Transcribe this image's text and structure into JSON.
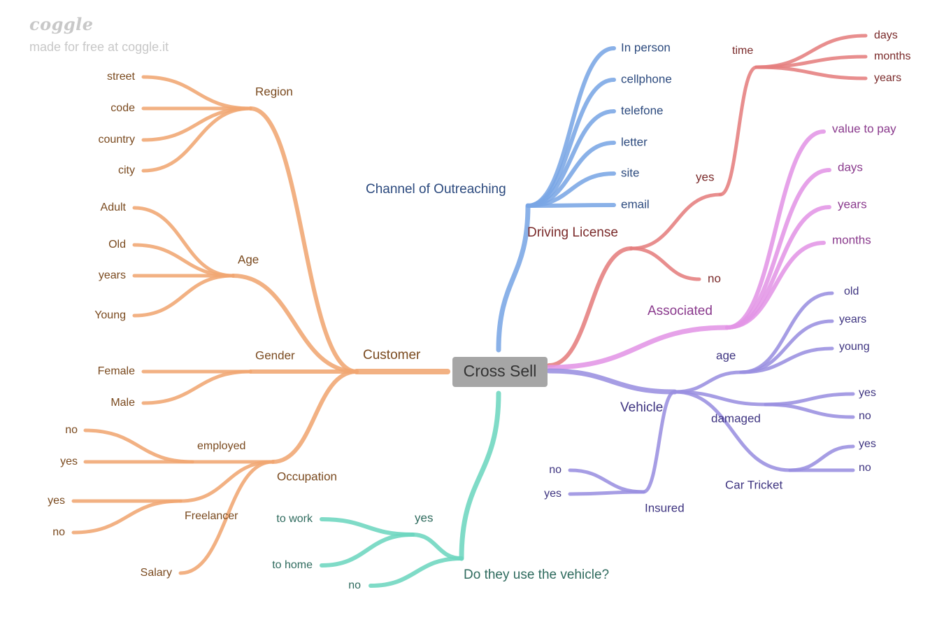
{
  "watermark": {
    "logo": "coggle",
    "line": "made for free at coggle.it"
  },
  "root": {
    "label": "Cross Sell"
  },
  "colors": {
    "channel": "#7aa6e5",
    "channel_text": "#2c4a7e",
    "driving": "#e57e7e",
    "driving_text": "#7a2a2a",
    "associated": "#e395e6",
    "associated_text": "#8a3a8d",
    "vehicle": "#9a8fe0",
    "vehicle_text": "#3e3480",
    "usage": "#6dd6bf",
    "usage_text": "#2f6b5e",
    "customer": "#f0a672",
    "customer_text": "#7a4a1f",
    "root_box": "#a6a6a6",
    "root_text": "#333333"
  },
  "branches": {
    "channel": {
      "label": "Channel of Outreaching",
      "items": [
        "In person",
        "cellphone",
        "telefone",
        "letter",
        "site",
        "email"
      ]
    },
    "driving": {
      "label": "Driving License",
      "yes": {
        "label": "yes",
        "time": {
          "label": "time",
          "items": [
            "days",
            "months",
            "years"
          ]
        }
      },
      "no": "no"
    },
    "associated": {
      "label": "Associated",
      "items": [
        "value to pay",
        "days",
        "years",
        "months"
      ]
    },
    "vehicle": {
      "label": "Vehicle",
      "age": {
        "label": "age",
        "items": [
          "old",
          "years",
          "young"
        ]
      },
      "damaged": {
        "label": "damaged",
        "items": [
          "yes",
          "no"
        ]
      },
      "car_ticket": {
        "label": "Car Tricket",
        "items": [
          "yes",
          "no"
        ]
      },
      "insured": {
        "label": "Insured",
        "items": [
          "no",
          "yes"
        ]
      }
    },
    "usage": {
      "label": "Do they use the vehicle?",
      "yes": {
        "label": "yes",
        "items": [
          "to work",
          "to home"
        ]
      },
      "no": "no"
    },
    "customer": {
      "label": "Customer",
      "region": {
        "label": "Region",
        "items": [
          "street",
          "code",
          "country",
          "city"
        ]
      },
      "age": {
        "label": "Age",
        "items": [
          "Adult",
          "Old",
          "years",
          "Young"
        ]
      },
      "gender": {
        "label": "Gender",
        "items": [
          "Female",
          "Male"
        ]
      },
      "occupation": {
        "label": "Occupation",
        "employed": {
          "label": "employed",
          "items": [
            "no",
            "yes"
          ]
        },
        "freelancer": {
          "label": "Freelancer",
          "items": [
            "yes",
            "no"
          ]
        },
        "salary": "Salary"
      }
    }
  }
}
